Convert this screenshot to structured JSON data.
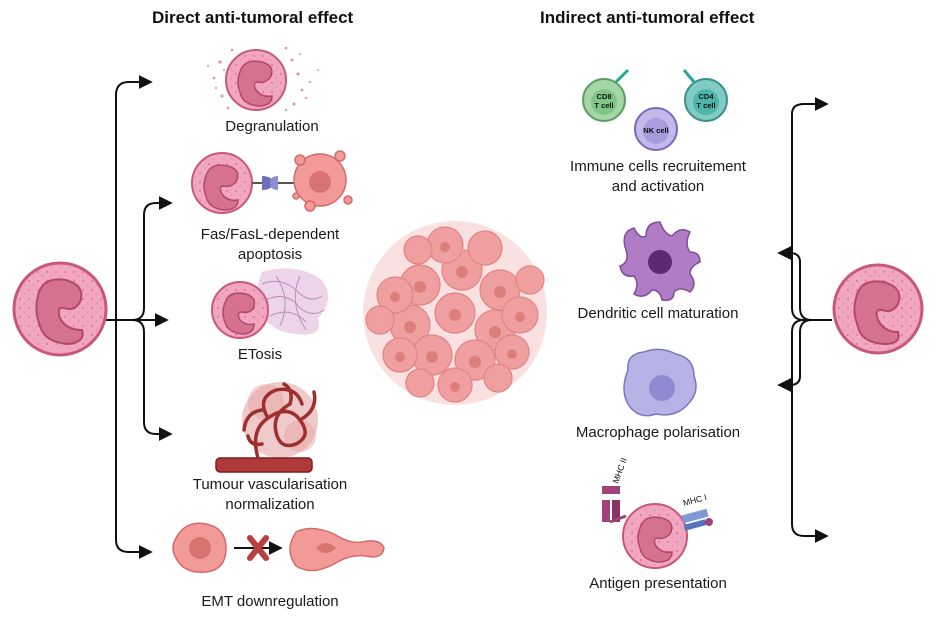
{
  "headers": {
    "direct": "Direct anti-tumoral effect",
    "indirect": "Indirect anti-tumoral effect"
  },
  "direct_effects": {
    "degranulation": "Degranulation",
    "fas_line1": "Fas/FasL-dependent",
    "fas_line2": "apoptosis",
    "etosis": "ETosis",
    "vasc_line1": "Tumour vascularisation",
    "vasc_line2": "normalization",
    "emt": "EMT downregulation"
  },
  "indirect_effects": {
    "immune_line1": "Immune cells recruitement",
    "immune_line2": "and activation",
    "dendritic": "Dendritic cell maturation",
    "macrophage": "Macrophage polarisation",
    "antigen": "Antigen presentation"
  },
  "cell_labels": {
    "cd8_line1": "CD8",
    "cd8_line2": "T cell",
    "cd4_line1": "CD4",
    "cd4_line2": "T cell",
    "nk": "NK cell",
    "mhc2": "MHC II",
    "mhc1": "MHC I"
  },
  "colors": {
    "neutrophil_fill": "#f2a7c0",
    "neutrophil_stroke": "#c8577e",
    "nucleus": "#d4728f",
    "tumor": "#ef9a9a",
    "tumor_dark": "#d9736f",
    "vessel": "#b03a3a",
    "arrow": "#111111"
  }
}
